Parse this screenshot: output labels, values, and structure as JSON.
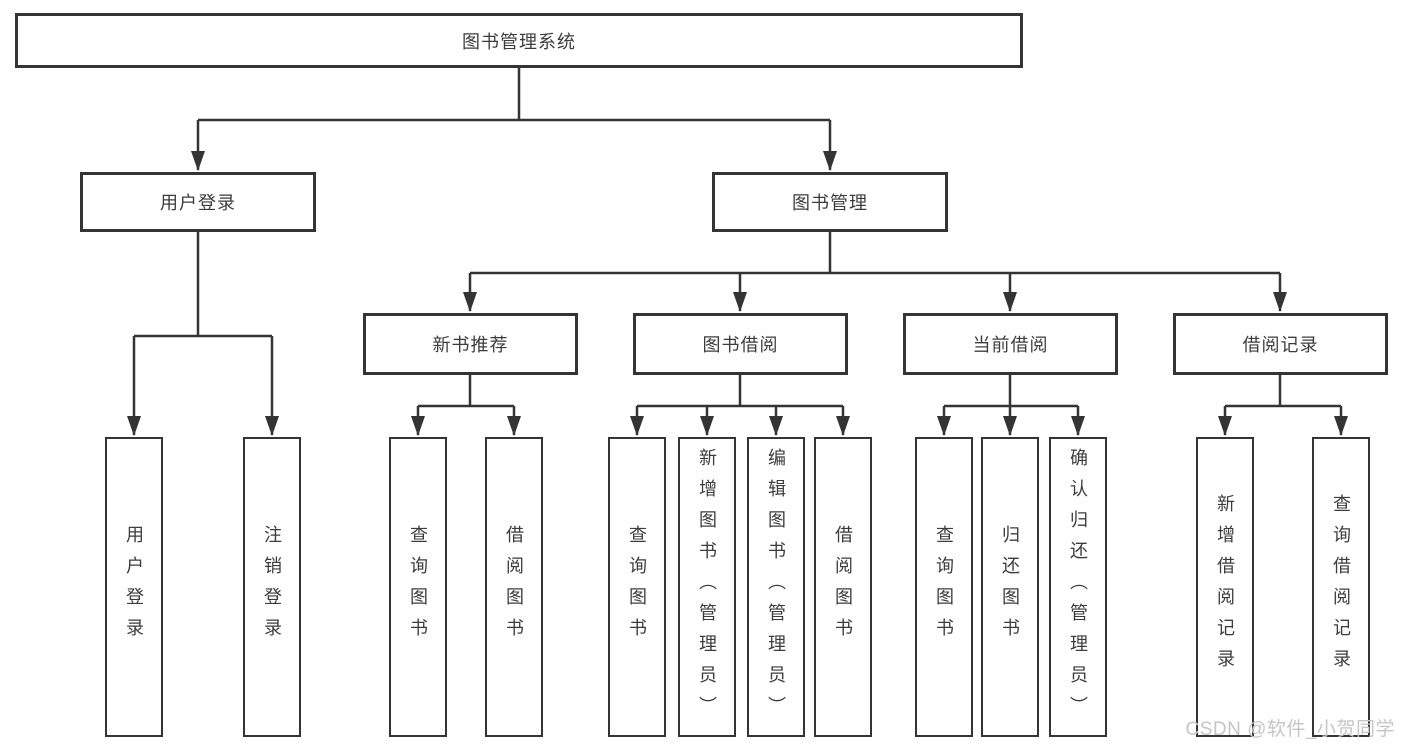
{
  "diagram": {
    "title": "图书管理系统",
    "branches": [
      {
        "label": "用户登录",
        "children": [
          "用户登录",
          "注销登录"
        ]
      },
      {
        "label": "图书管理",
        "sections": [
          {
            "label": "新书推荐",
            "children": [
              "查询图书",
              "借阅图书"
            ]
          },
          {
            "label": "图书借阅",
            "children": [
              "查询图书",
              "新增图书（管理员）",
              "编辑图书（管理员）",
              "借阅图书"
            ]
          },
          {
            "label": "当前借阅",
            "children": [
              "查询图书",
              "归还图书",
              "确认归还（管理员）"
            ]
          },
          {
            "label": "借阅记录",
            "children": [
              "新增借阅记录",
              "查询借阅记录"
            ]
          }
        ]
      }
    ],
    "line_color": "#343434",
    "background_color": "#ffffff"
  },
  "watermark": "CSDN @软件_小贺同学"
}
